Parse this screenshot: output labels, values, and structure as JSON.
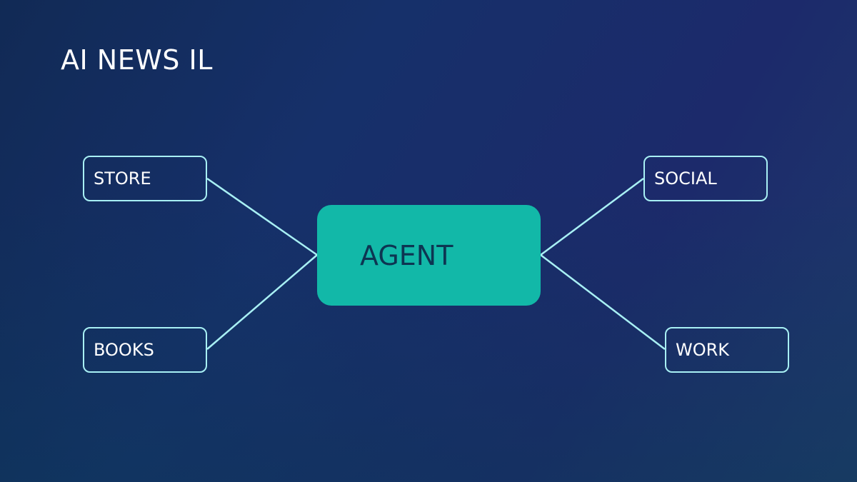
{
  "brand": {
    "title": "AI NEWS IL"
  },
  "diagram": {
    "center": {
      "label": "AGENT"
    },
    "nodes": {
      "store": "STORE",
      "social": "SOCIAL",
      "books": "BOOKS",
      "work": "WORK"
    }
  },
  "colors": {
    "center_fill": "#12b8a8",
    "center_text": "#0d3552",
    "node_border": "#a8f0f4",
    "node_text": "#ffffff",
    "connector": "#a8f0f4"
  }
}
